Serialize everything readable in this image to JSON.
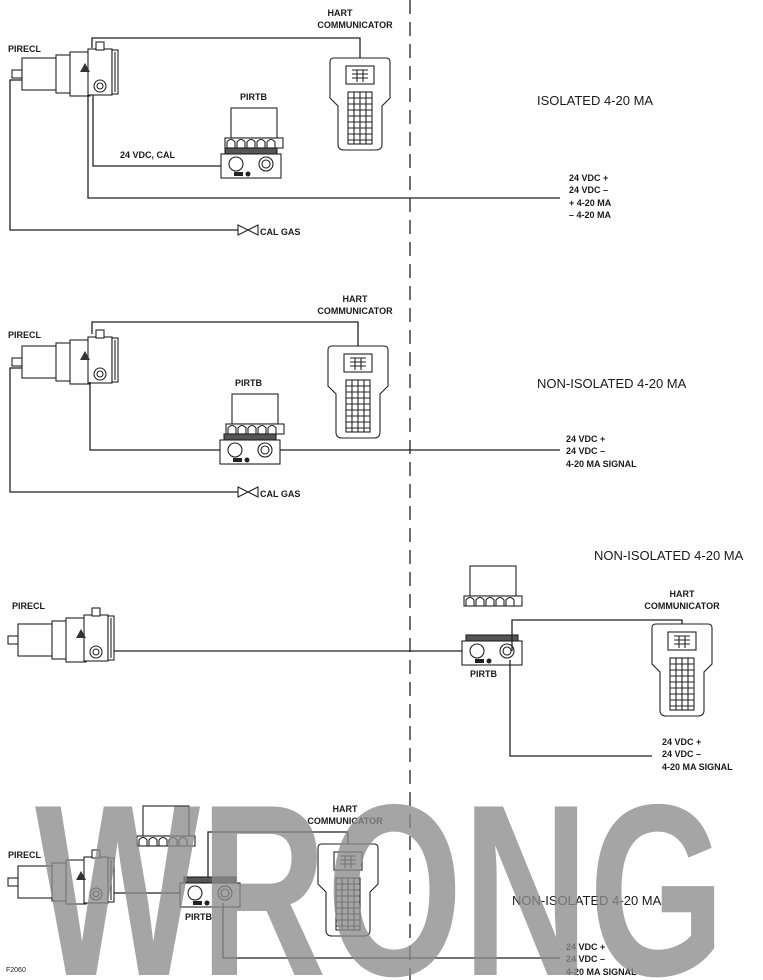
{
  "panels": [
    {
      "mode_label": "ISOLATED 4-20 MA",
      "pirecl_label": "PIRECL",
      "pirtb_label": "PIRTB",
      "hart_label_1": "HART",
      "hart_label_2": "COMMUNICATOR",
      "wire_label": "24 VDC, CAL",
      "cal_gas_label": "CAL GAS",
      "signal_lines": [
        "24 VDC +",
        "24 VDC –",
        "+ 4-20 MA",
        "– 4-20 MA"
      ]
    },
    {
      "mode_label": "NON-ISOLATED 4-20 MA",
      "pirecl_label": "PIRECL",
      "pirtb_label": "PIRTB",
      "hart_label_1": "HART",
      "hart_label_2": "COMMUNICATOR",
      "cal_gas_label": "CAL GAS",
      "signal_lines": [
        "24 VDC +",
        "24 VDC –",
        "4-20 MA SIGNAL"
      ]
    },
    {
      "mode_label": "NON-ISOLATED 4-20 MA",
      "pirecl_label": "PIRECL",
      "pirtb_label": "PIRTB",
      "hart_label_1": "HART",
      "hart_label_2": "COMMUNICATOR",
      "signal_lines": [
        "24 VDC +",
        "24 VDC –",
        "4-20 MA SIGNAL"
      ]
    },
    {
      "mode_label": "NON-ISOLATED 4-20 MA",
      "pirecl_label": "PIRECL",
      "pirtb_label": "PIRTB",
      "hart_label_1": "HART",
      "hart_label_2": "COMMUNICATOR",
      "signal_lines": [
        "24 VDC +",
        "24 VDC –",
        "4-20 MA SIGNAL"
      ]
    }
  ],
  "watermark": "WRONG",
  "figure_id": "F2060",
  "colors": {
    "ink": "#1a1a1a",
    "watermark": "#8c8c8c",
    "background": "#ffffff"
  }
}
